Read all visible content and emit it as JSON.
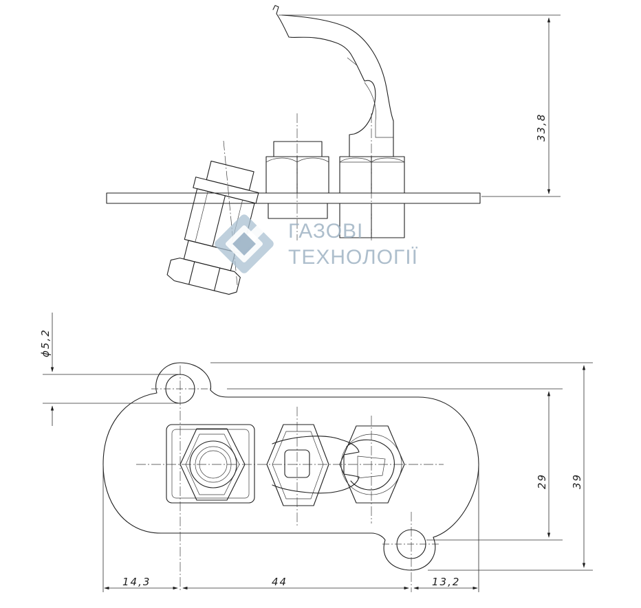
{
  "dimensions": {
    "height_upper": "33,8",
    "hole_diameter": "ϕ5,2",
    "offset_left": "14,3",
    "spacing_middle": "44",
    "offset_right": "13,2",
    "inner_height": "29",
    "total_height": "39"
  },
  "watermark": {
    "line1": "ГАЗОВІ",
    "line2": "ТЕХНОЛОГІЇ",
    "color": "#9fb3c4"
  }
}
